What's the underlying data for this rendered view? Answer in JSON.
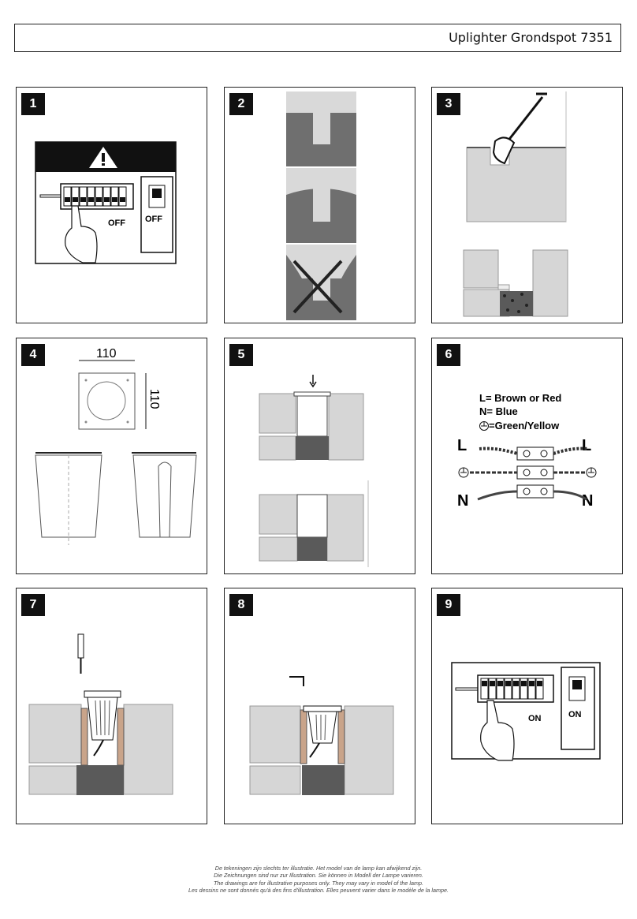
{
  "header": {
    "title": "Uplighter Grondspot 7351"
  },
  "steps": [
    {
      "number": "1",
      "switch_label": "OFF",
      "breaker_label": "OFF"
    },
    {
      "number": "2"
    },
    {
      "number": "3"
    },
    {
      "number": "4",
      "dim_width": "110",
      "dim_height": "110"
    },
    {
      "number": "5"
    },
    {
      "number": "6",
      "legend": [
        "L= Brown or Red",
        "N= Blue",
        "=Green/Yellow"
      ],
      "live_label": "L",
      "neutral_label": "N"
    },
    {
      "number": "7"
    },
    {
      "number": "8"
    },
    {
      "number": "9",
      "switch_label": "ON",
      "breaker_label": "ON"
    }
  ],
  "footer": {
    "lines": [
      "De tekeningen zijn slechts ter illustratie. Het model van de lamp kan afwijkend zijn.",
      "Die Zeichnungen sind nur zur Illustration. Sie können in Modell der Lampe varieren.",
      "The drawings are for illustrative purposes only. They may vary in model of the lamp.",
      "Les dessins ne sont donnés qu'à des fins d'illustration. Elles peuvent varier dans le  modèle de la lampe."
    ]
  },
  "colors": {
    "soil": "#d6d6d6",
    "gravel": "#5a5a5a",
    "dark_gray": "#6f6f6f",
    "light_gray": "#d9d9d9",
    "ink": "#111111"
  }
}
